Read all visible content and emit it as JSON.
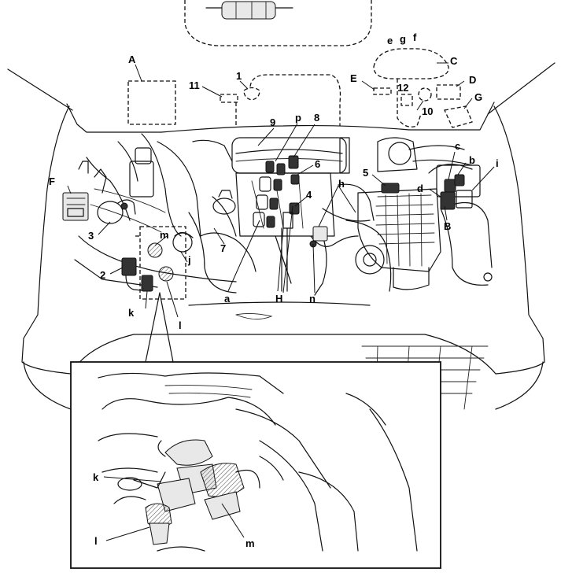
{
  "labels": {
    "A": "A",
    "one": "1",
    "eleven": "11",
    "e": "e",
    "g": "g",
    "f": "f",
    "C": "C",
    "E": "E",
    "twelve": "12",
    "D": "D",
    "ten": "10",
    "G": "G",
    "nine": "9",
    "p": "p",
    "eight": "8",
    "six": "6",
    "five": "5",
    "c": "c",
    "b": "b",
    "i": "i",
    "d": "d",
    "F": "F",
    "h": "h",
    "four": "4",
    "B": "B",
    "three": "3",
    "m": "m",
    "seven": "7",
    "j": "j",
    "two": "2",
    "a": "a",
    "H": "H",
    "n": "n",
    "k": "k",
    "l": "l",
    "inset_k": "k",
    "inset_l": "l",
    "inset_m": "m"
  }
}
